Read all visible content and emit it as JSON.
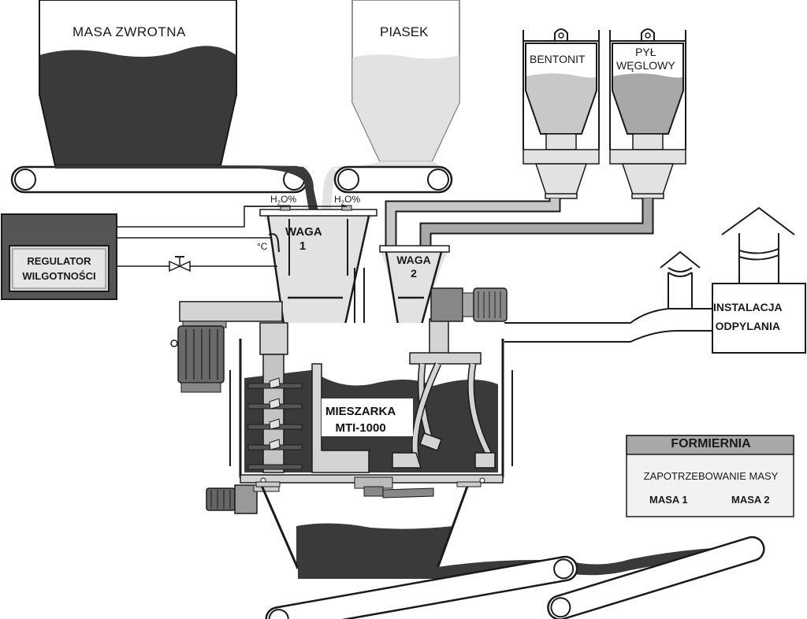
{
  "hoppers": {
    "return_sand": "MASA  ZWROTNA",
    "sand": "PIASEK",
    "bentonite": "BENTONIT",
    "coal_dust": [
      "PYŁ",
      "WĘGLOWY"
    ]
  },
  "scales": {
    "waga1": [
      "WAGA",
      "1"
    ],
    "waga2": [
      "WAGA",
      "2"
    ],
    "moisture_probe_1": {
      "pre": "H",
      "sub": "2",
      "post": "O%"
    },
    "moisture_probe_2": {
      "pre": "H",
      "sub": "2",
      "post": "O%"
    },
    "temperature_probe": "°C"
  },
  "regulator": [
    "REGULATOR",
    "WILGOTNOŚCI"
  ],
  "mixer": [
    "MIESZARKA",
    "MTI-1000"
  ],
  "dust_extraction": [
    "INSTALACJA",
    "ODPYLANIA"
  ],
  "foundry_panel": {
    "title": "FORMIERNIA",
    "demand": "ZAPOTRZEBOWANIE MASY",
    "mass_1": "MASA 1",
    "mass_2": "MASA 2"
  },
  "colors": {
    "dark_material": "#3a3a3a",
    "light_material": "#e2e2e2",
    "mid_material": "#c8c8c8",
    "regulator_box": "#555555",
    "outline": "#1a1a1a"
  }
}
